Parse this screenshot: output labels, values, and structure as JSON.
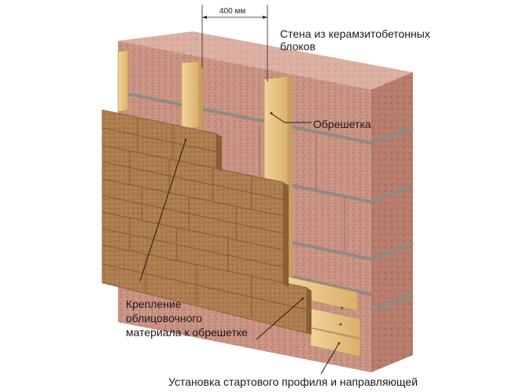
{
  "dimension": {
    "text": "400 мм"
  },
  "labels": {
    "wall_line1": "Стена из керамзитобетонных",
    "wall_line2": "блоков",
    "lathing": "Обрешетка",
    "fastening_line1": "Крепление",
    "fastening_line2": "облицовочного",
    "fastening_line3": "материала к обрешетке",
    "start_profile": "Установка стартового профиля и направляющей"
  },
  "colors": {
    "block_front": "#cf9c8b",
    "block_side": "#b98171",
    "block_top": "#dcb1a2",
    "mortar": "#8f8a86",
    "wood": "#e6c485",
    "wood_dark": "#c99d5a",
    "panel": "#b08050",
    "panel_dark": "#8a5f37"
  }
}
